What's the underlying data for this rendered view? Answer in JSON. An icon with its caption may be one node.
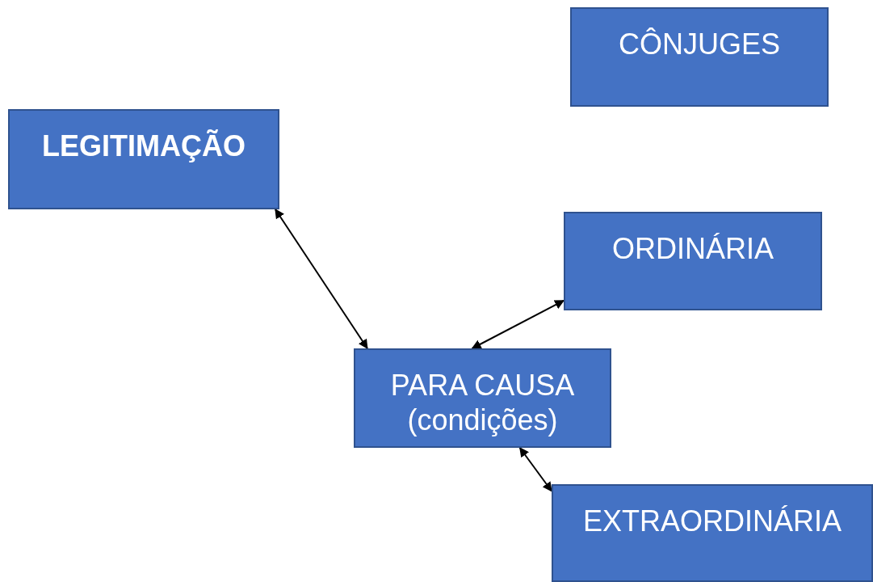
{
  "diagram": {
    "nodes": [
      {
        "text": [
          "CÔNJUGES"
        ]
      },
      {
        "text": [
          "LEGITIMAÇÃO"
        ]
      },
      {
        "text": [
          "ORDINÁRIA"
        ]
      },
      {
        "text": [
          "PARA CAUSA (condições)"
        ]
      },
      {
        "text": [
          "EXTRAORDINÁRIA"
        ]
      }
    ],
    "edges": [
      {
        "from": 1,
        "to": 3,
        "arrow": "both"
      },
      {
        "from": 3,
        "to": 2,
        "arrow": "both"
      },
      {
        "from": 3,
        "to": 4,
        "arrow": "both"
      }
    ]
  }
}
